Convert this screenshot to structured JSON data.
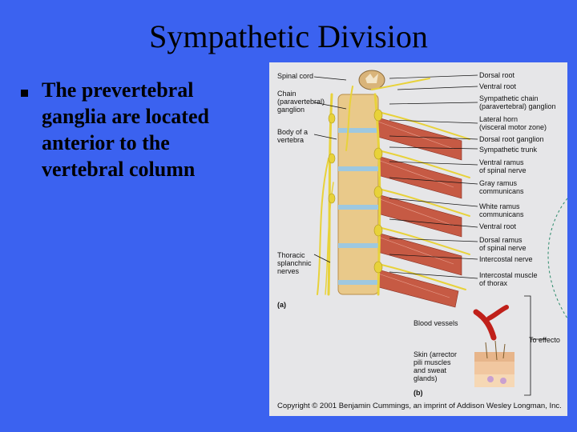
{
  "slide": {
    "title": "Sympathetic Division",
    "bullet": "The prevertebral ganglia are located anterior to the vertebral column"
  },
  "figure": {
    "left_labels": {
      "spinal_cord": "Spinal cord",
      "chain_ganglion": "Chain\n(paravertebral)\nganglion",
      "body_of_vertebra": "Body of a\nvertebra",
      "thoracic_splanchnic": "Thoracic\nsplanchnic\nnerves",
      "panel_a": "(a)",
      "panel_b": "(b)"
    },
    "right_labels": {
      "dorsal_root": "Dorsal root",
      "ventral_root_1": "Ventral root",
      "sympathetic_chain": "Sympathetic chain\n(paravertebral) ganglion",
      "lateral_horn": "Lateral horn\n(visceral motor zone)",
      "dorsal_root_ganglion": "Dorsal root ganglion",
      "sympathetic_trunk": "Sympathetic trunk",
      "ventral_ramus": "Ventral ramus\nof spinal nerve",
      "gray_ramus": "Gray ramus\ncommunicans",
      "white_ramus": "White ramus\ncommunicans",
      "ventral_root_2": "Ventral root",
      "dorsal_ramus": "Dorsal ramus\nof spinal nerve",
      "intercostal_nerve": "Intercostal nerve",
      "intercostal_muscle": "Intercostal muscle\nof thorax",
      "blood_vessels": "Blood vessels",
      "skin": "Skin (arrector\npili muscles\nand sweat\nglands)",
      "to_effectors": "To effecto"
    },
    "copyright": "Copyright © 2001 Benjamin Cummings, an imprint of Addison Wesley Longman, Inc."
  },
  "colors": {
    "background": "#3b62f0",
    "nerve": "#e8d23a",
    "muscle": "#c04a3a",
    "vertebra": "#e9c98a",
    "disc": "#9ec8e0",
    "figure_bg": "#e6e6e8"
  }
}
